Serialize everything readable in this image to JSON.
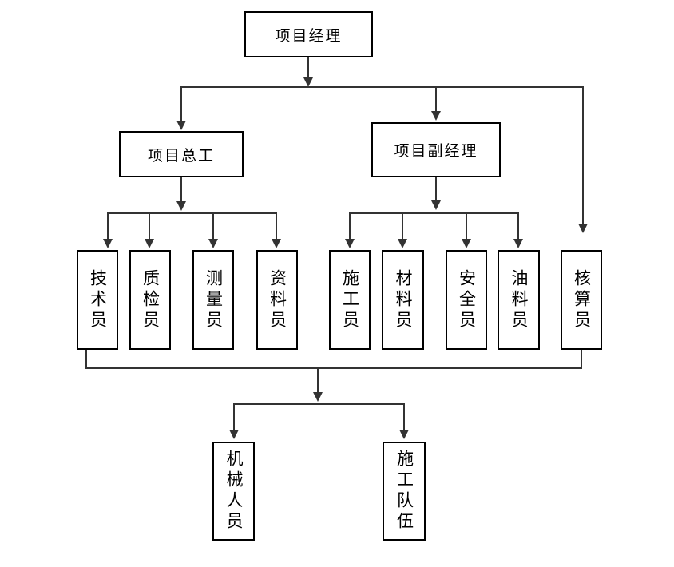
{
  "nodes": {
    "root": {
      "label": "项目经理"
    },
    "chief_engineer": {
      "label": "项目总工"
    },
    "deputy_manager": {
      "label": "项目副经理"
    },
    "staff": [
      {
        "label": "技术员"
      },
      {
        "label": "质检员"
      },
      {
        "label": "测量员"
      },
      {
        "label": "资料员"
      },
      {
        "label": "施工员"
      },
      {
        "label": "材料员"
      },
      {
        "label": "安全员"
      },
      {
        "label": "油料员"
      },
      {
        "label": "核算员"
      }
    ],
    "teams": [
      {
        "label": "机械人员"
      },
      {
        "label": "施工队伍"
      }
    ]
  },
  "colors": {
    "line": "#333333",
    "box_border": "#000000",
    "background": "#ffffff",
    "text": "#000000"
  }
}
